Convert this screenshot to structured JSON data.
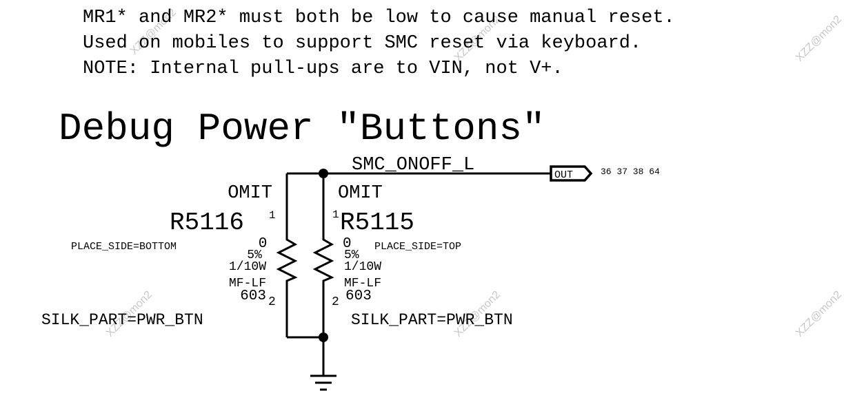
{
  "notes": {
    "line1": "MR1* and MR2* must both be low to cause manual reset.",
    "line2": "Used on mobiles to support SMC reset via keyboard.",
    "line3": "NOTE: Internal pull-ups are to VIN, not V+."
  },
  "title": "Debug Power \"Buttons\"",
  "net": {
    "name": "SMC_ONOFF_L",
    "port_label": "OUT",
    "page_refs": "36 37 38 64"
  },
  "r5116": {
    "omit": "OMIT",
    "refdes": "R5116",
    "pin1": "1",
    "pin2": "2",
    "place_side": "PLACE_SIDE=BOTTOM",
    "value": "0",
    "tolerance": "5%",
    "power": "1/10W",
    "type": "MF-LF",
    "package": "603",
    "silk": "SILK_PART=PWR_BTN"
  },
  "r5115": {
    "omit": "OMIT",
    "refdes": "R5115",
    "pin1": "1",
    "pin2": "2",
    "place_side": "PLACE_SIDE=TOP",
    "value": "0",
    "tolerance": "5%",
    "power": "1/10W",
    "type": "MF-LF",
    "package": "603",
    "silk": "SILK_PART=PWR_BTN"
  },
  "watermarks": {
    "text": "XZZ@mon2"
  }
}
